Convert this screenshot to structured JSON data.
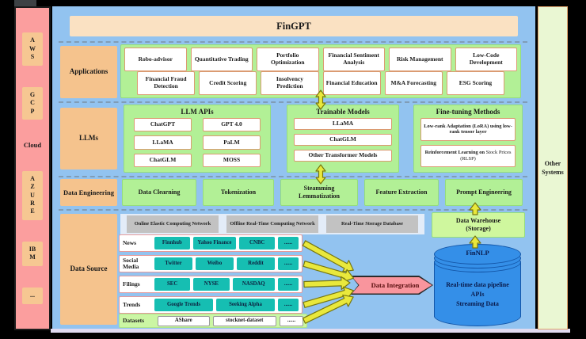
{
  "title": "FinGPT",
  "colors": {
    "background": "#000000",
    "panel_blue": "#92C3F0",
    "sidebar_pink": "#FB9E9E",
    "peach": "#F5C38D",
    "banner_peach": "#FAE1C2",
    "green_box": "#B2F096",
    "teal_chip": "#16BEB2",
    "gray_infra": "#C2C2C2",
    "yellow_arrow": "#E9E83C",
    "integration_pink": "#F9959D",
    "cylinder_blue": "#348FE8",
    "right_sidebar_green": "#EAF7D3"
  },
  "left_sidebar": {
    "aws": "AWS",
    "gcp": "GCP",
    "cloud": "Cloud",
    "azure": "AZURE",
    "ibm": "IBM",
    "more": "..."
  },
  "right_sidebar": {
    "label": "Other Systems"
  },
  "applications": {
    "label": "Applications",
    "row1": [
      "Robo-advisor",
      "Quantitative Trading",
      "Portfolio Optimization",
      "Financial Sentiment Analysis",
      "Risk Management",
      "Low-Code Development"
    ],
    "row2": [
      "Financial Fraud Detection",
      "Credit Scoring",
      "Insolvency Prediction",
      "Financial Education",
      "M&A Forecasting",
      "ESG Scoring"
    ]
  },
  "llms": {
    "label": "LLMs",
    "api_box": {
      "title": "LLM APIs",
      "items": [
        "ChatGPT",
        "GPT 4.0",
        "LLaMA",
        "PaLM",
        "ChatGLM",
        "MOSS"
      ]
    },
    "trainable": {
      "title": "Trainable Models",
      "items": [
        "LLaMA",
        "ChatGLM",
        "Other Transformer Models"
      ]
    },
    "finetuning": {
      "title": "Fine-tuning Methods",
      "items": [
        {
          "bold": "Low-rank Adaptation (LoRA) using low-rank tensor layer",
          "rest": ""
        },
        {
          "bold": "Reinforcement Learning on",
          "rest": " Stock Prices (RLSP)"
        }
      ]
    }
  },
  "data_engineering": {
    "label": "Data Engineering",
    "items": [
      "Data Clearning",
      "Tokenization",
      "Steamming Lemmatization",
      "Feature Extraction",
      "Prompt Engineering"
    ]
  },
  "data_source": {
    "label": "Data Source",
    "infra": [
      "Online Elastic Computing Network",
      "Offline Real-Time Computing Network",
      "Real-Time Storage Database"
    ],
    "warehouse": {
      "line1": "Data Warehouse",
      "line2": "(Storage)"
    },
    "rows": [
      {
        "label": "News",
        "chips": [
          "Finnhub",
          "Yahoo Finance",
          "CNBC",
          "......"
        ]
      },
      {
        "label": "Social Media",
        "chips": [
          "Twitter",
          "Weibo",
          "Reddit",
          "......"
        ]
      },
      {
        "label": "Filings",
        "chips": [
          "SEC",
          "NYSE",
          "NASDAQ",
          "......"
        ]
      },
      {
        "label": "Trends",
        "chips": [
          "Google Trends",
          "Seeking Alpha",
          "......"
        ]
      },
      {
        "label": "Datasets",
        "chips": [
          "AShare",
          "stocknet-dataset",
          "......"
        ]
      }
    ],
    "integration": "Data Integration",
    "cylinder": {
      "title": "FinNLP",
      "line1": "Real-time data pipeline",
      "line2": "APIs",
      "line3": "Streaming Data"
    }
  }
}
